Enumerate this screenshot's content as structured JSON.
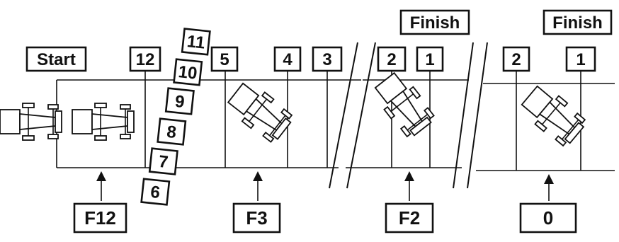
{
  "labels": {
    "start": "Start",
    "finish_a": "Finish",
    "finish_b": "Finish"
  },
  "stepper_numbers": [
    "11",
    "10",
    "9",
    "8",
    "7",
    "6"
  ],
  "markers": {
    "m12": "12",
    "m5": "5",
    "m4": "4",
    "m3": "3",
    "p2_2": "2",
    "p2_1": "1",
    "p3_2": "2",
    "p3_1": "1"
  },
  "keys": {
    "f12": "F12",
    "f3": "F3",
    "f2": "F2",
    "zero": "0"
  },
  "icons": [
    "race-car-icon",
    "arrow-up-icon"
  ]
}
